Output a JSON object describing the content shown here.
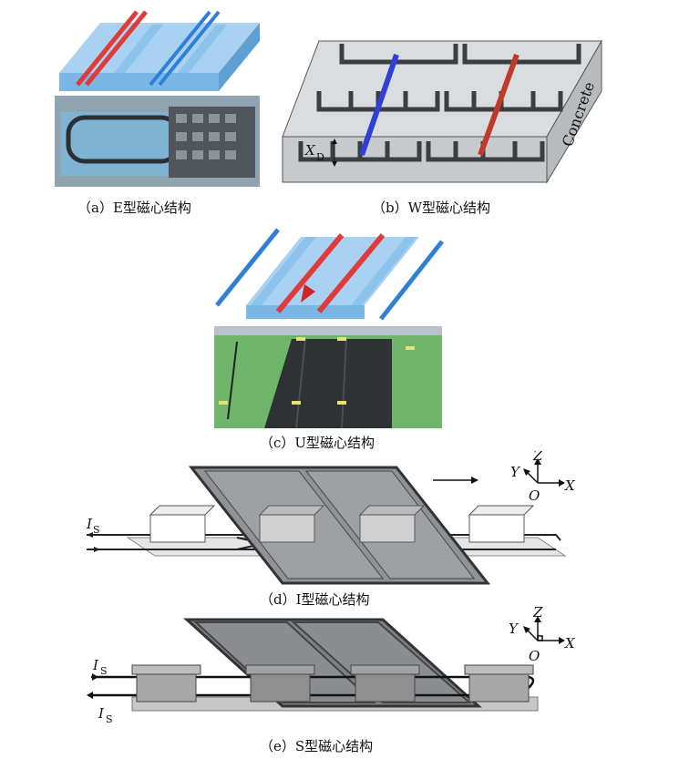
{
  "panels": {
    "a": {
      "caption": "（a）E型磁心结构"
    },
    "b": {
      "caption": "（b）W型磁心结构",
      "concrete_label": "Concrete",
      "xd_label": "X",
      "xd_sub": "D"
    },
    "c": {
      "caption": "（c）U型磁心结构"
    },
    "d": {
      "caption": "（d）I型磁心结构",
      "is_label": "I",
      "is_sub": "S",
      "axis_z": "Z",
      "axis_y": "Y",
      "axis_x": "X",
      "axis_o": "O"
    },
    "e": {
      "caption": "（e）S型磁心结构",
      "is_label": "I",
      "is_sub": "S",
      "axis_z": "Z",
      "axis_y": "Y",
      "axis_x": "X",
      "axis_o": "O"
    }
  },
  "colors": {
    "rail_blue": "#7ab7e6",
    "red_cable": "#e03a3a",
    "blue_cable": "#2f7fd8",
    "concrete": "#d9dde0",
    "core_dark": "#3c3f42"
  }
}
